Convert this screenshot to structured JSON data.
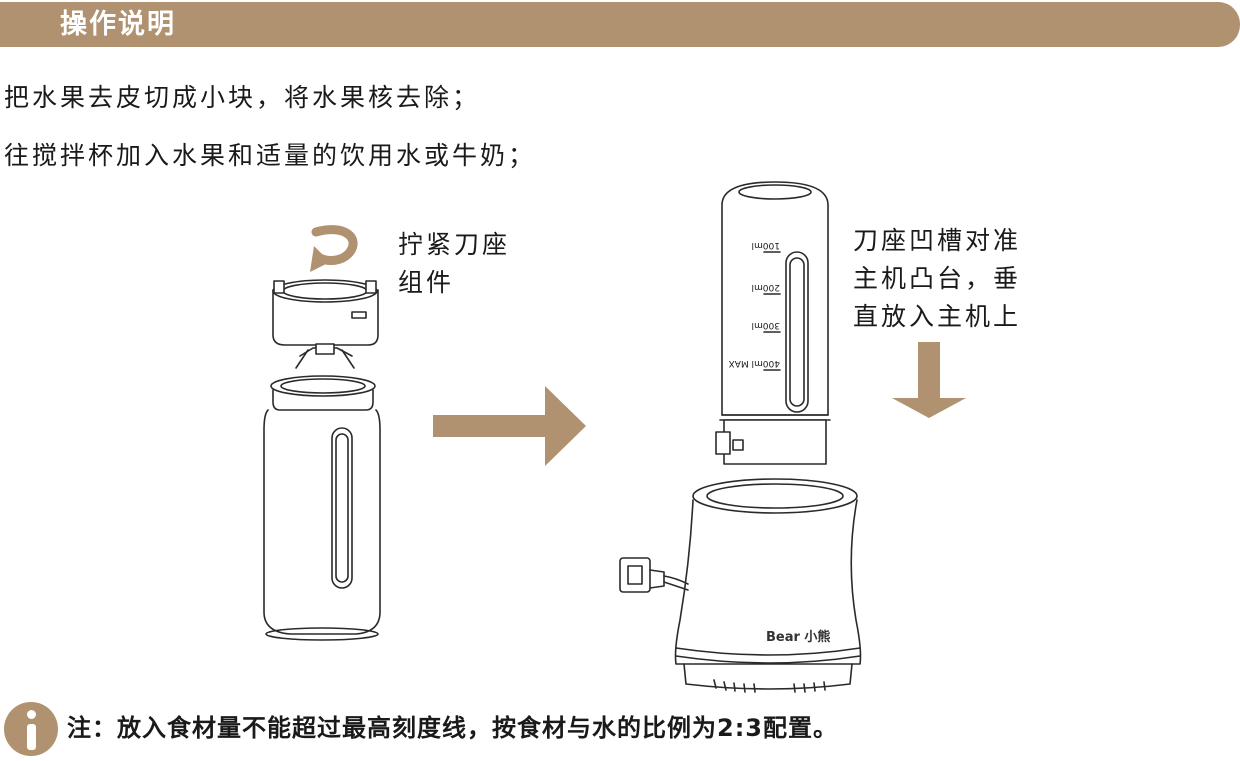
{
  "header": {
    "title": "操作说明"
  },
  "steps": [
    "把水果去皮切成小块，将水果核去除；",
    "往搅拌杯加入水果和适量的饮用水或牛奶；"
  ],
  "left_label": {
    "line1": "拧紧刀座",
    "line2": "组件"
  },
  "right_label": {
    "line1": "刀座凹槽对准",
    "line2": "主机凸台，垂",
    "line3": "直放入主机上"
  },
  "cup_marks": [
    "100ml",
    "200ml",
    "300ml",
    "400ml MAX"
  ],
  "brand": "Bear 小熊",
  "note": {
    "text": "注：放入食材量不能超过最高刻度线，按食材与水的比例为2:3配置。"
  },
  "colors": {
    "accent": "#b09170",
    "text": "#1a1a1a",
    "line": "#2a2a2a"
  },
  "icons": [
    "rotate-arrow-icon",
    "right-arrow-icon",
    "down-arrow-icon",
    "info-icon"
  ]
}
